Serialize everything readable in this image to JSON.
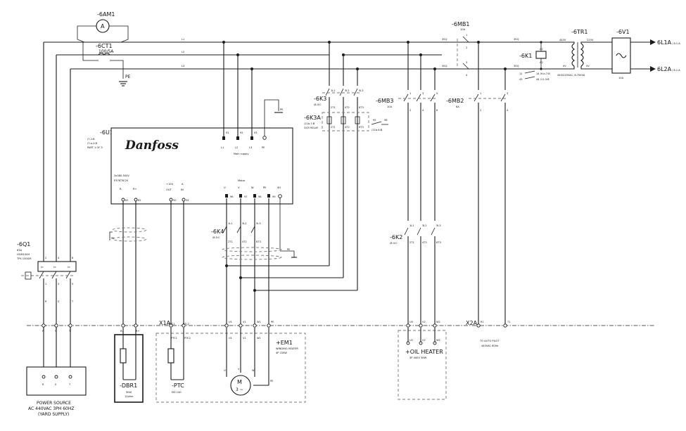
{
  "components": {
    "ammeter": {
      "tag": "-6AM1",
      "symbol": "A"
    },
    "current_transformer": {
      "tag": "-6CT1",
      "rating": "100/5A"
    },
    "pe_top": "PE",
    "breaker_q1": {
      "tag": "-6Q1",
      "rating": "63A",
      "model1": "HGM100H",
      "model2": "TP4 100GM",
      "in_terminals": [
        "2",
        "4",
        "6"
      ],
      "out_terminals": [
        "1",
        "3",
        "5"
      ],
      "trip_glyph": "I>"
    },
    "power_source": {
      "terminals": [
        "R",
        "S",
        "T"
      ],
      "line1": "POWER SOURCE",
      "line2": "AC 440VAC 3PH 60HZ",
      "line3": "(YARD SUPPLY)"
    },
    "vfd": {
      "tag": "-6U1",
      "ref1": "/7.2:B",
      "ref2": "/7.a.2:B",
      "part": "PART 1 OF 3",
      "brand": "Danfoss",
      "spec1": "3x380-500V",
      "spec2": "P37KT5E20",
      "main_terms": [
        "91",
        "92",
        "93"
      ],
      "main_labels": [
        "L1",
        "L2",
        "L3",
        "PE"
      ],
      "main_supply": "Main supply",
      "brake_labels": [
        "R-",
        "R+"
      ],
      "brake_terms": [
        "81",
        "82"
      ],
      "analog_labels1": [
        "+10V",
        "A"
      ],
      "analog_labels2": [
        "OUT",
        "IN"
      ],
      "analog_terms": [
        "50",
        "54"
      ],
      "motor_header": "Motor",
      "motor_labels": [
        "U",
        "V",
        "W",
        "PE",
        "SH"
      ],
      "motor_terms": [
        "96",
        "97",
        "98",
        "99"
      ]
    },
    "pe_vfd": "PE",
    "pe_left": "PE",
    "pe_mid": "PE",
    "contactor_k3": {
      "tag": "-6K3",
      "ref": "/8.4:C",
      "top": [
        "1L1",
        "3L2",
        "5L3"
      ],
      "bot": [
        "2T1",
        "4T2",
        "6T3"
      ]
    },
    "ocr_k3a": {
      "tag": "-6K3A",
      "ref": "/11b.7:B",
      "desc": "OCR RELAY",
      "contacts": [
        "95",
        "96"
      ],
      "contact_ref": "/11b.6:B",
      "terms": [
        "2T1",
        "4T2",
        "6T3"
      ]
    },
    "contactor_k4": {
      "tag": "-6K4",
      "ref": "/8.5:C",
      "top": [
        "1L1",
        "3L2",
        "5L3"
      ],
      "bot": [
        "2T1",
        "4T2",
        "6T3"
      ]
    },
    "breaker_mb1": {
      "tag": "-6MB1",
      "rating": "10A",
      "terms": [
        "1",
        "2",
        "3",
        "4"
      ]
    },
    "breaker_mb3": {
      "tag": "-6MB3",
      "rating": "10A",
      "top": [
        "1",
        "3",
        "5"
      ],
      "bot": [
        "2",
        "4",
        "6"
      ]
    },
    "breaker_mb2": {
      "tag": "-6MB2",
      "rating": "6A",
      "top": [
        "1",
        "3"
      ],
      "bot": [
        "2",
        "4"
      ]
    },
    "relay_k1": {
      "tag": "-6K1",
      "a1": "A1",
      "a2": "A2",
      "c1": "11",
      "c1b": "14 /9.b.7:B",
      "c2": "43",
      "c2b": "44 /11.3:B"
    },
    "transformer_tr1": {
      "tag": "-6TR1",
      "pri": "440V",
      "sec": "220V",
      "zero1": "0V",
      "zero2": "0V",
      "rating": "440/220VAC, 8.75KVA"
    },
    "filter_v1": {
      "tag": "-6V1",
      "rating": "10A"
    },
    "outputs": [
      {
        "tag": "6L1A",
        "ref": "/ 8.1:A"
      },
      {
        "tag": "6L2A",
        "ref": "/ 8.1:A"
      }
    ],
    "contactor_k2": {
      "tag": "-6K2",
      "ref": "/8.4:C",
      "top": [
        "1L1",
        "3L2",
        "5L3"
      ],
      "bot": [
        "2T1",
        "4T2",
        "6T3"
      ]
    },
    "strip_x1a": {
      "tag": "X1A",
      "left": [
        "R",
        "S",
        "T",
        "R-",
        "R+"
      ],
      "mid": [
        "PTC1",
        "PTC2"
      ],
      "right": [
        "U1",
        "V1",
        "W1",
        "PE"
      ]
    },
    "strip_x2a": {
      "tag": "X2A",
      "terms": [
        "R1",
        "T1"
      ]
    },
    "dbr1": {
      "tag": "-DBR1",
      "power": "5kW",
      "ohm": "12ohm"
    },
    "ptc": {
      "tag": "-PTC",
      "model": "MZ-140",
      "terms": [
        "PTC1",
        "PTC2"
      ]
    },
    "motor_em1": {
      "tag": "+EM1",
      "desc1": "WINDING HEATER",
      "desc2": "4P 22KW",
      "symbol": "M",
      "phase": "3 ~",
      "terms": [
        "U1",
        "V1",
        "W1"
      ],
      "bottom": [
        "U",
        "V",
        "W",
        "PE"
      ]
    },
    "oil_heater": {
      "terms_top": [
        "U0",
        "V2",
        "W2"
      ],
      "terms_bot": [
        "U2",
        "V2",
        "W2"
      ],
      "tag": "+OIL HEATER",
      "desc": "3P 440V 3KW"
    },
    "auto_pilot": {
      "line1": "TO AUTO PILOT",
      "line2": "440VAC 60Hz"
    },
    "busbars": {
      "labels": [
        "L1",
        "L2",
        "L3"
      ],
      "sub": "3SQ"
    },
    "wire_codes": {
      "a": "R",
      "b": "S",
      "c": "T"
    }
  }
}
